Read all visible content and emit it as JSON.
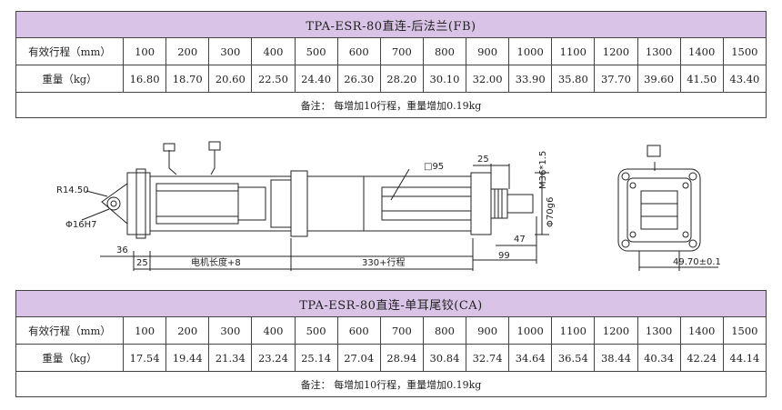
{
  "tables": [
    {
      "title": "TPA-ESR-80直连-后法兰(FB)",
      "stroke_label": "有效行程（mm）",
      "strokes": [
        "100",
        "200",
        "300",
        "400",
        "500",
        "600",
        "700",
        "800",
        "900",
        "1000",
        "1100",
        "1200",
        "1300",
        "1400",
        "1500"
      ],
      "weight_label": "重量（kg）",
      "weights": [
        "16.80",
        "18.70",
        "20.60",
        "22.50",
        "24.40",
        "26.30",
        "28.20",
        "30.10",
        "32.00",
        "33.90",
        "35.80",
        "37.70",
        "39.60",
        "41.50",
        "43.40"
      ],
      "note": "备注： 每增加10行程，重量增加0.19kg"
    },
    {
      "title": "TPA-ESR-80直连-单耳尾铰(CA)",
      "stroke_label": "有效行程（mm）",
      "strokes": [
        "100",
        "200",
        "300",
        "400",
        "500",
        "600",
        "700",
        "800",
        "900",
        "1000",
        "1100",
        "1200",
        "1300",
        "1400",
        "1500"
      ],
      "weight_label": "重量（kg）",
      "weights": [
        "17.54",
        "19.44",
        "21.34",
        "23.24",
        "25.14",
        "27.04",
        "28.94",
        "30.84",
        "32.74",
        "34.64",
        "36.54",
        "38.44",
        "40.34",
        "42.24",
        "44.14"
      ],
      "note": "备注： 每增加10行程，重量增加0.19kg"
    }
  ],
  "drawing": {
    "dims": {
      "r_hole": "R14.50",
      "pin_dia": "Φ16H7",
      "d36": "36",
      "d25_left": "25",
      "motor_length": "电机长度+8",
      "stroke_length": "330+行程",
      "square": "□95",
      "d25_top": "25",
      "thread": "M36*1.5",
      "rod_dia": "Φ70g6",
      "d47": "47",
      "d99": "99",
      "pitch": "49.70±0.1"
    },
    "colors": {
      "line": "#222222",
      "title_band": "#d9c3e6"
    }
  }
}
